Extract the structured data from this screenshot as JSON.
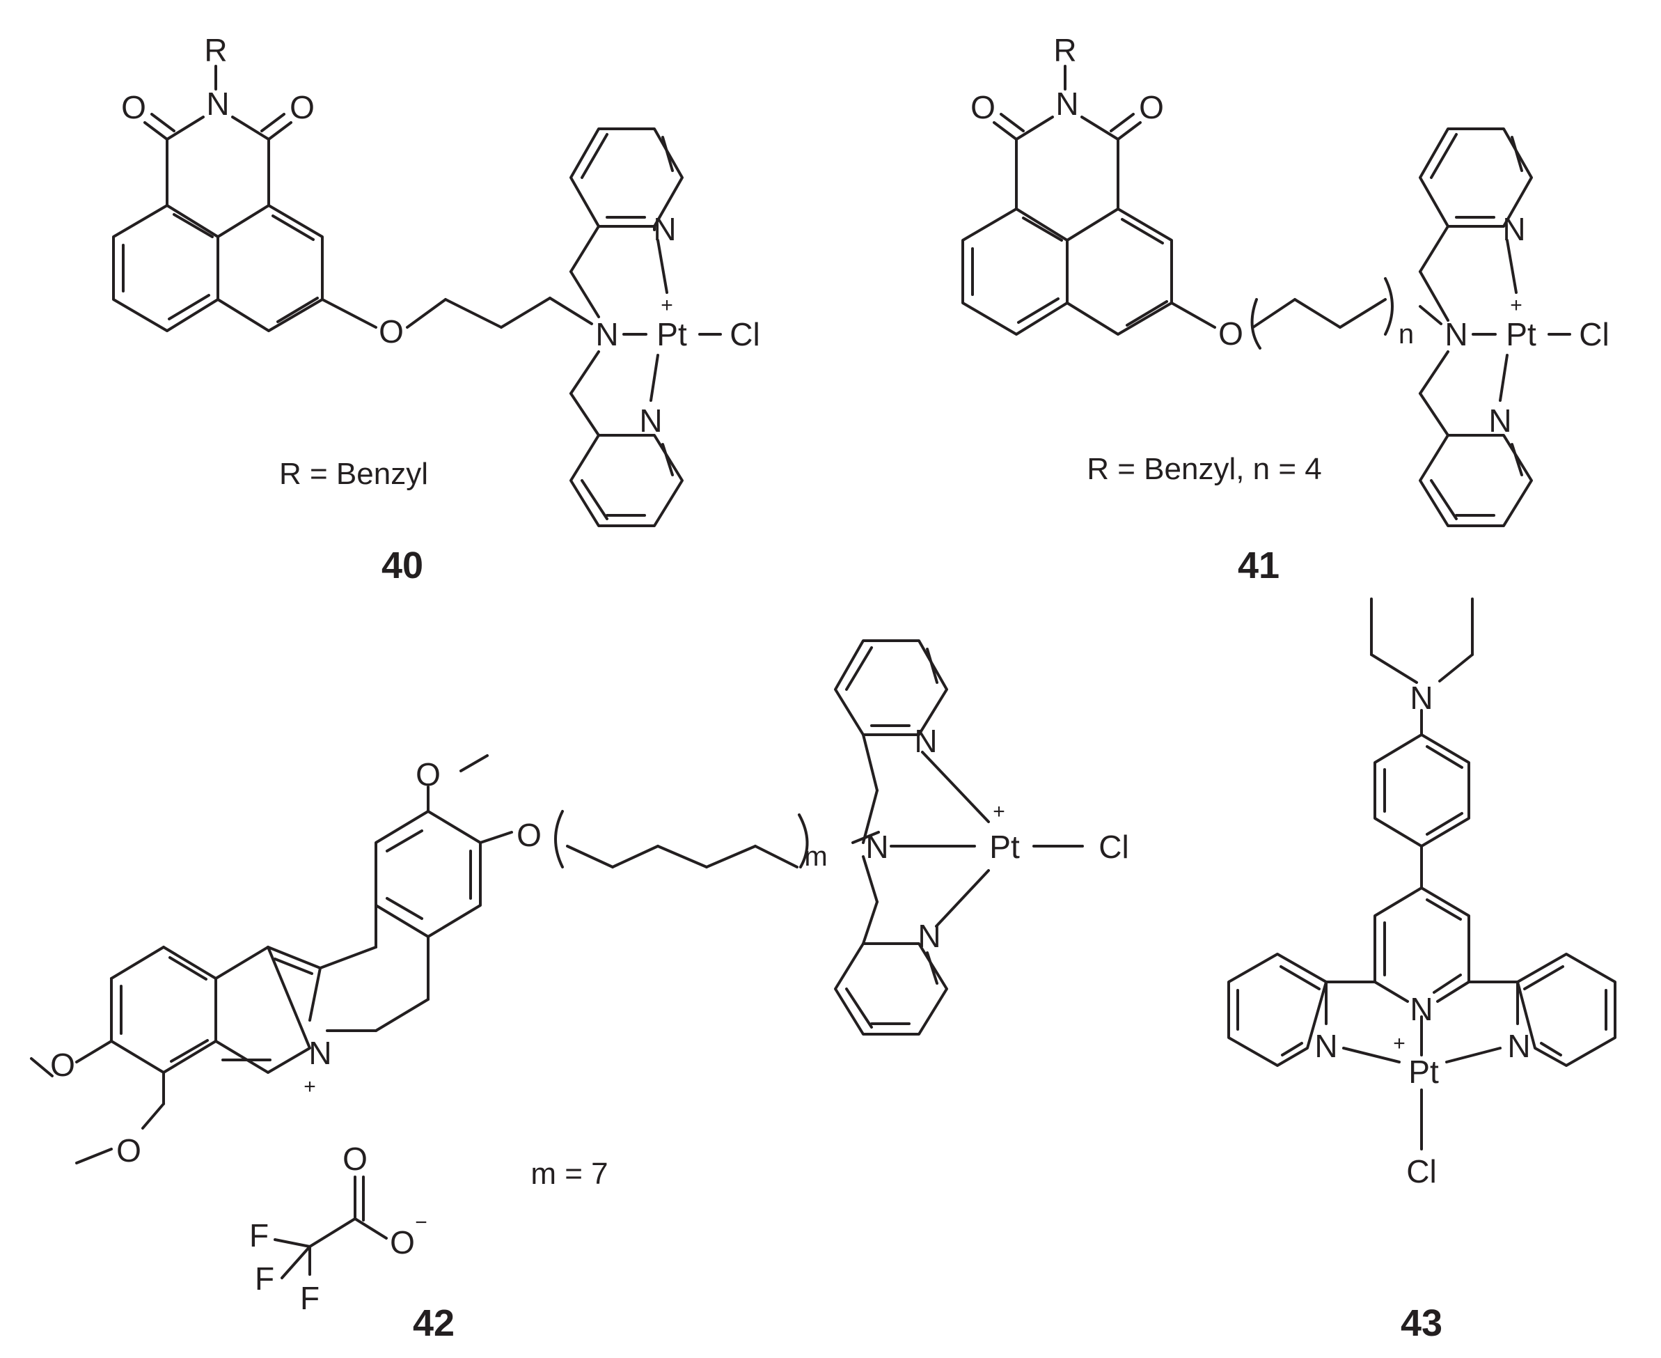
{
  "compounds": [
    {
      "id": "40",
      "note": "R = Benzyl"
    },
    {
      "id": "41",
      "note": "R = Benzyl, n = 4"
    },
    {
      "id": "42",
      "note": "m = 7"
    },
    {
      "id": "43",
      "note": ""
    }
  ],
  "atoms": {
    "R": "R",
    "N": "N",
    "O": "O",
    "Pt": "Pt",
    "Cl": "Cl",
    "F": "F",
    "plus": "+",
    "minus": "−",
    "n": "n",
    "m": "m"
  }
}
